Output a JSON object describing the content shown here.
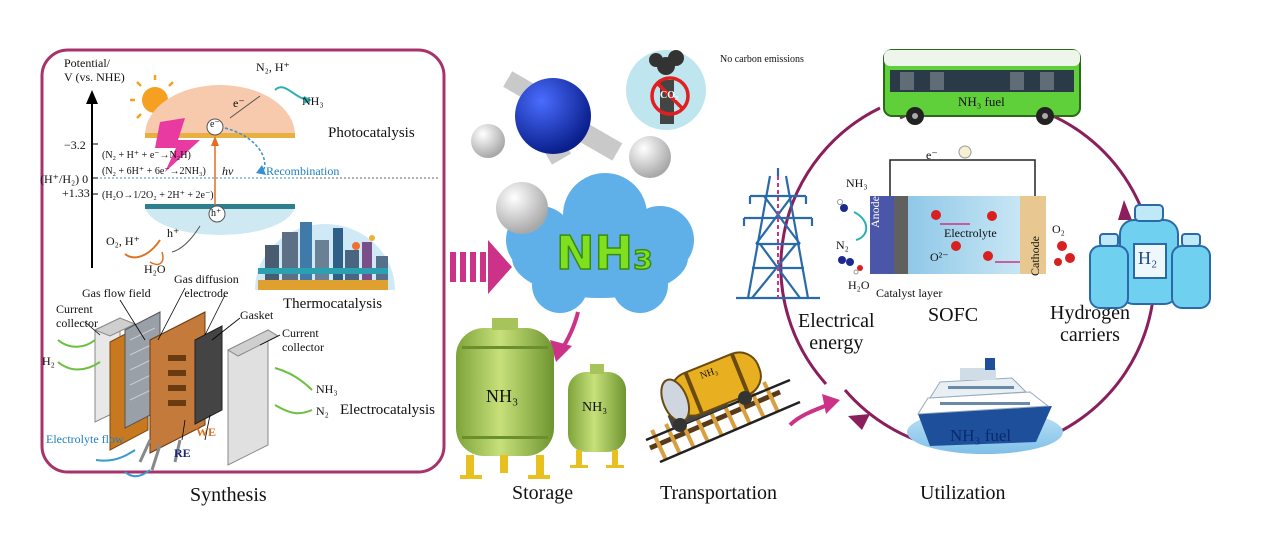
{
  "synthesis": {
    "caption": "Synthesis",
    "photo": {
      "title": "Photocatalysis",
      "axis_label_line1": "Potential/",
      "axis_label_line2": "V (vs. NHE)",
      "tick_top": "−3.2",
      "tick_mid": "(H⁺/H₂) 0",
      "tick_low": "+1.33",
      "rxn1": "(N₂ + H⁺ + e⁻→N₂H)",
      "rxn2": "(N₂ + 6H⁺ + 6e⁻→2NH₃)",
      "rxn3": "(H₂O→1/2O₂ + 2H⁺ + 2e⁻)",
      "electron": "e⁻",
      "hole": "h⁺",
      "hv": "hv",
      "recombination": "Recombination",
      "n2h": "N₂, H⁺",
      "nh3": "NH₃",
      "o2h": "O₂, H⁺",
      "h2o": "H₂O"
    },
    "thermo": {
      "title": "Thermocatalysis"
    },
    "electro": {
      "title": "Electrocatalysis",
      "gas_flow_field": "Gas flow field",
      "gas_diffusion_line1": "Gas diffusion",
      "gas_diffusion_line2": "electrode",
      "gasket": "Gasket",
      "current_collector_left_1": "Current",
      "current_collector_left_2": "collector",
      "current_collector_right_1": "Current",
      "current_collector_right_2": "collector",
      "h2": "H₂",
      "nh3": "NH₃",
      "n2": "N₂",
      "electrolyte_flow": "Electrolyte flow",
      "we": "WE",
      "re": "RE"
    }
  },
  "molecule": {
    "label": "NH₃"
  },
  "storage": {
    "caption": "Storage",
    "tank1": "NH₃",
    "tank2": "NH₃"
  },
  "transportation": {
    "caption": "Transportation",
    "tanker": "NH₃"
  },
  "utilization": {
    "caption": "Utilization",
    "no_carbon": "No carbon emissions",
    "co2": "CO₂",
    "bus": "NH₃ fuel",
    "ship": "NH₃ fuel",
    "electrical_line1": "Electrical",
    "electrical_line2": "energy",
    "sofc": "SOFC",
    "hydrogen_line1": "Hydrogen",
    "hydrogen_line2": "carriers",
    "h2": "H₂",
    "sofc_detail": {
      "electron": "e⁻",
      "nh3": "NH₃",
      "n2": "N₂",
      "h2o": "H₂O",
      "anode": "Anode",
      "cathode": "Cathode",
      "electrolyte": "Electrolyte",
      "o2": "O₂",
      "o2minus": "O²⁻",
      "catalyst_layer": "Catalyst layer"
    }
  },
  "colors": {
    "frame": "#a8336a",
    "cycle": "#8a1f5c",
    "arrow": "#cc3388",
    "cloud": "#5fb0e8",
    "nh3_text": "#7fe020",
    "tank": "#9cc24a"
  }
}
